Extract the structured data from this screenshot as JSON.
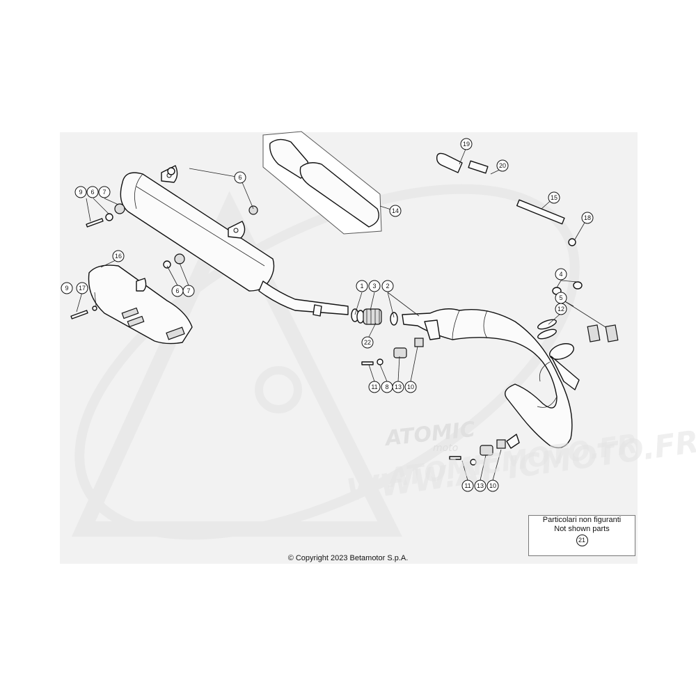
{
  "diagram": {
    "callouts": [
      "1",
      "2",
      "3",
      "4",
      "5",
      "6",
      "6",
      "6",
      "7",
      "7",
      "8",
      "9",
      "9",
      "10",
      "10",
      "11",
      "11",
      "12",
      "13",
      "13",
      "14",
      "15",
      "16",
      "17",
      "18",
      "19",
      "20",
      "22"
    ],
    "not_shown_box": {
      "line1": "Particolari non figuranti",
      "line2": "Not shown parts",
      "ref": "21"
    },
    "copyright": "© Copyright 2023 Betamotor S.p.A.",
    "watermark": {
      "brand": "ATOMIC",
      "url": "ATOMICMOTO.FR",
      "tag": "moto"
    }
  }
}
